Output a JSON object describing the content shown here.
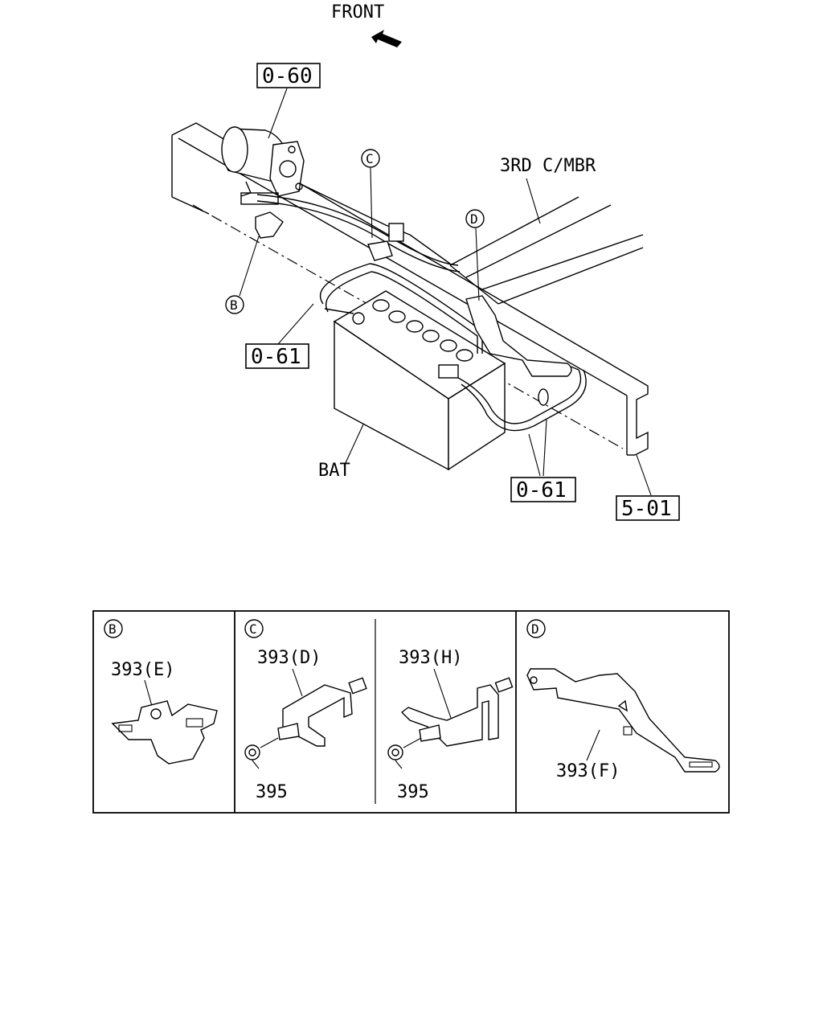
{
  "front_label": "FRONT",
  "callouts": {
    "c060": "0-60",
    "c061a": "0-61",
    "c061b": "0-61",
    "c501": "5-01",
    "crossmember": "3RD C/MBR",
    "battery": "BAT"
  },
  "markers": {
    "b": "B",
    "c": "C",
    "d": "D"
  },
  "detail": {
    "b": {
      "marker": "B",
      "part": "393(E)"
    },
    "c": {
      "marker": "C",
      "part1": "393(D)",
      "nut1": "395",
      "part2": "393(H)",
      "nut2": "395"
    },
    "d": {
      "marker": "D",
      "part": "393(F)"
    }
  }
}
